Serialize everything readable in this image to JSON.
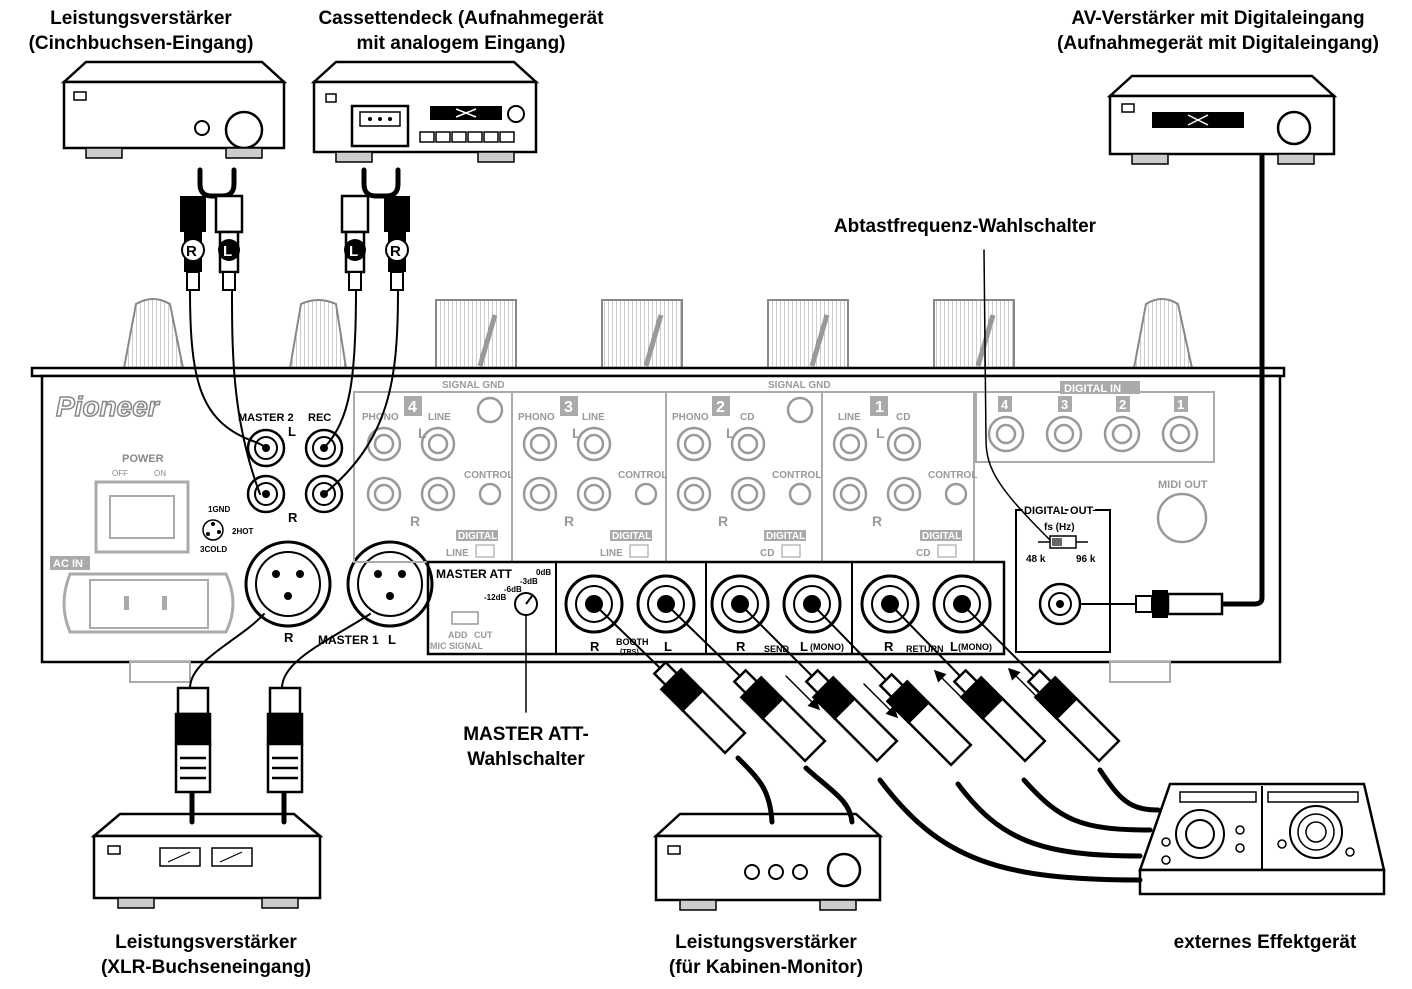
{
  "captions": {
    "amp_rca": [
      "Leistungsverstärker",
      "(Cinchbuchsen-Eingang)"
    ],
    "cassette": [
      "Cassettendeck (Aufnahmegerät",
      "mit analogem Eingang)"
    ],
    "av_amp": [
      "AV-Verstärker mit Digitaleingang",
      "(Aufnahmegerät mit Digitaleingang)"
    ],
    "sampling_switch": "Abtastfrequenz-Wahlschalter",
    "master_att": [
      "MASTER ATT-",
      "Wahlschalter"
    ],
    "amp_xlr": [
      "Leistungsverstärker",
      "(XLR-Buchseneingang)"
    ],
    "amp_booth": [
      "Leistungsverstärker",
      "(für Kabinen-Monitor)"
    ],
    "effector": "externes Effektgerät"
  },
  "panel": {
    "brand": "Pioneer",
    "power": "POWER",
    "power_off": "OFF",
    "power_on": "ON",
    "ac_in": "AC IN",
    "pin1": "1GND",
    "pin2": "2HOT",
    "pin3": "3COLD",
    "master2": "MASTER 2",
    "rec": "REC",
    "master1": "MASTER 1",
    "ch_l": "L",
    "ch_r": "R",
    "rca_r": "R",
    "rca_l": "L",
    "signal_gnd_1": "SIGNAL GND",
    "signal_gnd_2": "SIGNAL GND",
    "ch4": "4",
    "ch3": "3",
    "ch2": "2",
    "ch1": "1",
    "phono": "PHONO",
    "line": "LINE",
    "cd": "CD",
    "control": "CONTROL",
    "digital": "DIGITAL",
    "line_sw": "LINE",
    "cd_sw": "CD",
    "digital_in": "DIGITAL IN",
    "dig_nums": [
      "4",
      "3",
      "2",
      "1"
    ],
    "midi_out": "MIDI OUT",
    "digital_out": "DIGITAL OUT",
    "fs": "fs (Hz)",
    "fs_48": "48 k",
    "fs_96": "96 k",
    "master_att": "MASTER ATT",
    "att_0": "0dB",
    "att_3": "-3dB",
    "att_6": "-6dB",
    "att_12": "-12dB",
    "mic_add": "ADD",
    "mic_cut": "CUT",
    "mic_signal": "MIC SIGNAL",
    "booth": "BOOTH",
    "trs": "(TRS)",
    "send": "SEND",
    "return": "RETURN",
    "mono": "(MONO)"
  }
}
